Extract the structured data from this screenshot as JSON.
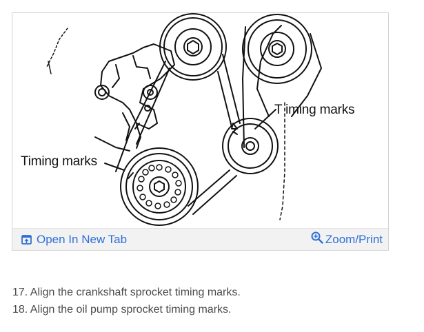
{
  "figure": {
    "label_left": "Timing marks",
    "label_right": "T iming marks"
  },
  "toolbar": {
    "open_tab_label": "Open In New Tab",
    "zoom_print_label": "Zoom/Print",
    "open_tab_icon": "open-in-new-tab-icon",
    "zoom_icon": "zoom-in-icon",
    "link_color": "#2e6fd8",
    "background": "#f2f2f2"
  },
  "steps": [
    "17. Align the crankshaft sprocket timing marks.",
    "18. Align the oil pump sprocket timing marks."
  ]
}
